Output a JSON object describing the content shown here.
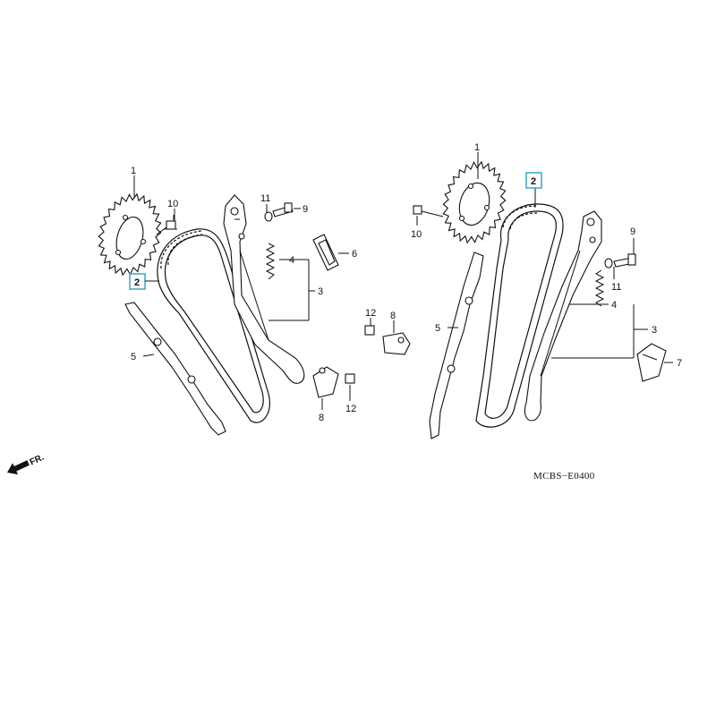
{
  "diagram": {
    "code": "MCBS−E0400",
    "front_marker": "FR.",
    "highlight_color": "#3aa6c8",
    "line_color": "#111111",
    "callouts": {
      "left_1": "1",
      "left_2": "2",
      "left_3": "3",
      "left_4": "4",
      "left_5": "5",
      "left_6": "6",
      "left_8a": "8",
      "left_8b": "8",
      "left_9": "9",
      "left_10": "10",
      "left_11": "11",
      "left_12a": "12",
      "left_12b": "12",
      "right_1": "1",
      "right_2": "2",
      "right_3": "3",
      "right_4": "4",
      "right_5": "5",
      "right_7": "7",
      "right_9": "9",
      "right_10": "10",
      "right_11": "11"
    },
    "highlighted_part": "2"
  }
}
